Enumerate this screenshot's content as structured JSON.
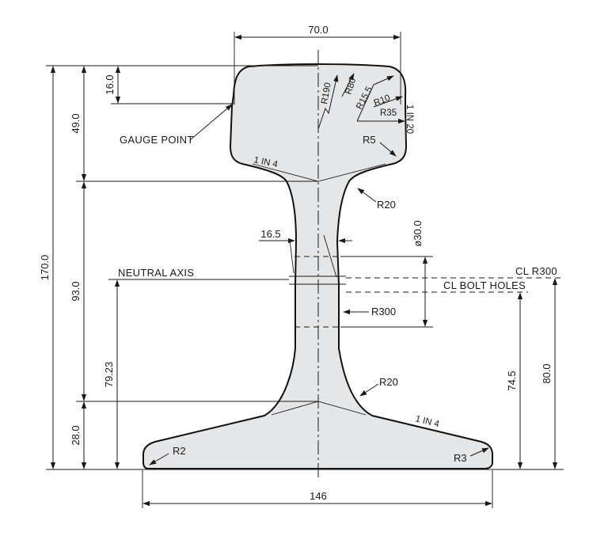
{
  "dimensions": {
    "top_width": "70.0",
    "base_width": "146",
    "total_height": "170.0",
    "head_depth": "49.0",
    "head_top": "16.0",
    "web_height": "93.0",
    "foot_depth": "28.0",
    "neutral_axis_height": "79.23",
    "bolt_hole_height": "74.5",
    "cl_r300_height": "80.0",
    "web_thickness": "16.5",
    "bolt_hole_dia": "ø30.0"
  },
  "labels": {
    "gauge_point": "GAUGE POINT",
    "neutral_axis": "NEUTRAL AXIS",
    "cl_r300": "CL R300",
    "cl_bolt_holes": "CL BOLT HOLES",
    "head_slope": "1 IN 4",
    "foot_slope": "1 IN 4",
    "side_slope": "1 IN 20"
  },
  "radii": {
    "r190": "R190",
    "r80": "R80",
    "r15_5": "R15.5",
    "r10": "R10",
    "r35": "R35",
    "r5": "R5",
    "r20_top": "R20",
    "r300": "R300",
    "r20_bottom": "R20",
    "r2": "R2",
    "r3": "R3"
  }
}
